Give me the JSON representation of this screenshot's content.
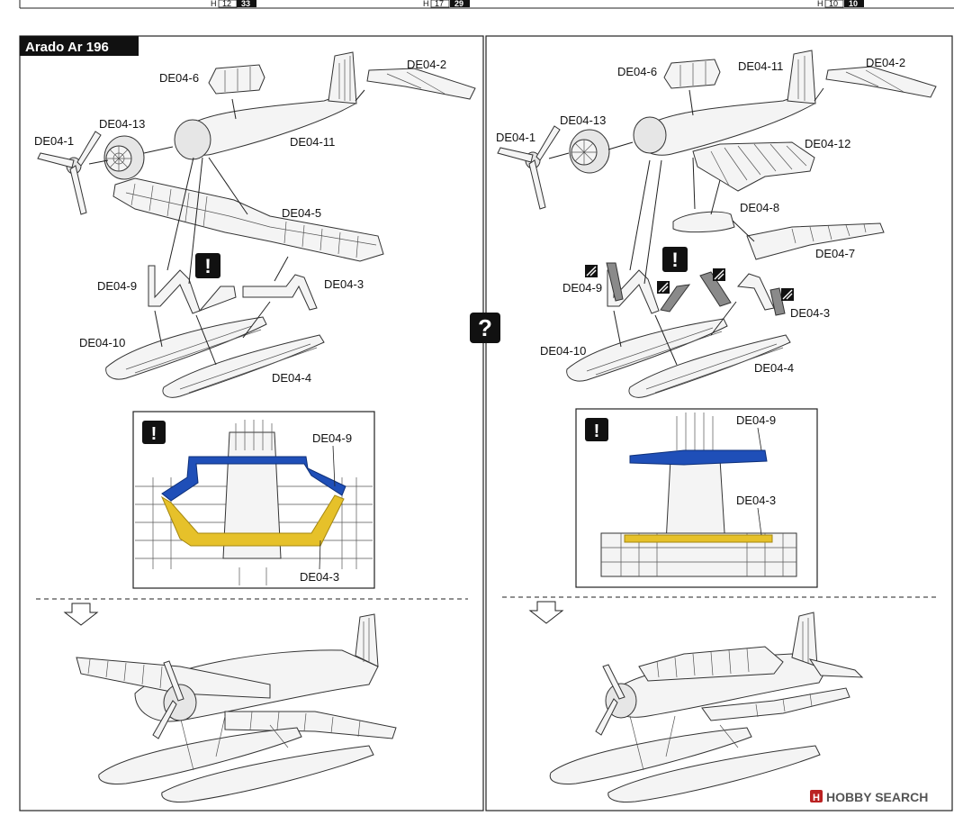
{
  "header": {
    "refs": [
      {
        "prefix": "H",
        "a": "12",
        "b": "33"
      },
      {
        "prefix": "H",
        "a": "17",
        "b": "29"
      },
      {
        "prefix": "H",
        "a": "10",
        "b": "10"
      }
    ]
  },
  "left_panel": {
    "title": "Arado Ar 196",
    "labels": {
      "de04_6": "DE04-6",
      "de04_2": "DE04-2",
      "de04_13": "DE04-13",
      "de04_1": "DE04-1",
      "de04_11": "DE04-11",
      "de04_5": "DE04-5",
      "de04_9": "DE04-9",
      "de04_3": "DE04-3",
      "de04_10": "DE04-10",
      "de04_4": "DE04-4"
    },
    "detail": {
      "top_label": "DE04-9",
      "bottom_label": "DE04-3"
    }
  },
  "center_marker": "?",
  "right_panel": {
    "labels": {
      "de04_6": "DE04-6",
      "de04_11": "DE04-11",
      "de04_2": "DE04-2",
      "de04_13": "DE04-13",
      "de04_1": "DE04-1",
      "de04_12": "DE04-12",
      "de04_8": "DE04-8",
      "de04_7": "DE04-7",
      "de04_9": "DE04-9",
      "de04_3": "DE04-3",
      "de04_10": "DE04-10",
      "de04_4": "DE04-4"
    },
    "detail": {
      "top_label": "DE04-9",
      "bottom_label": "DE04-3"
    }
  },
  "warning_glyph": "!",
  "watermark": "HOBBY SEARCH",
  "colors": {
    "highlight_blue": "#1f4fb8",
    "highlight_yellow": "#e6c12a",
    "marker_black": "#111111",
    "part_gray": "#8a8a8a"
  }
}
